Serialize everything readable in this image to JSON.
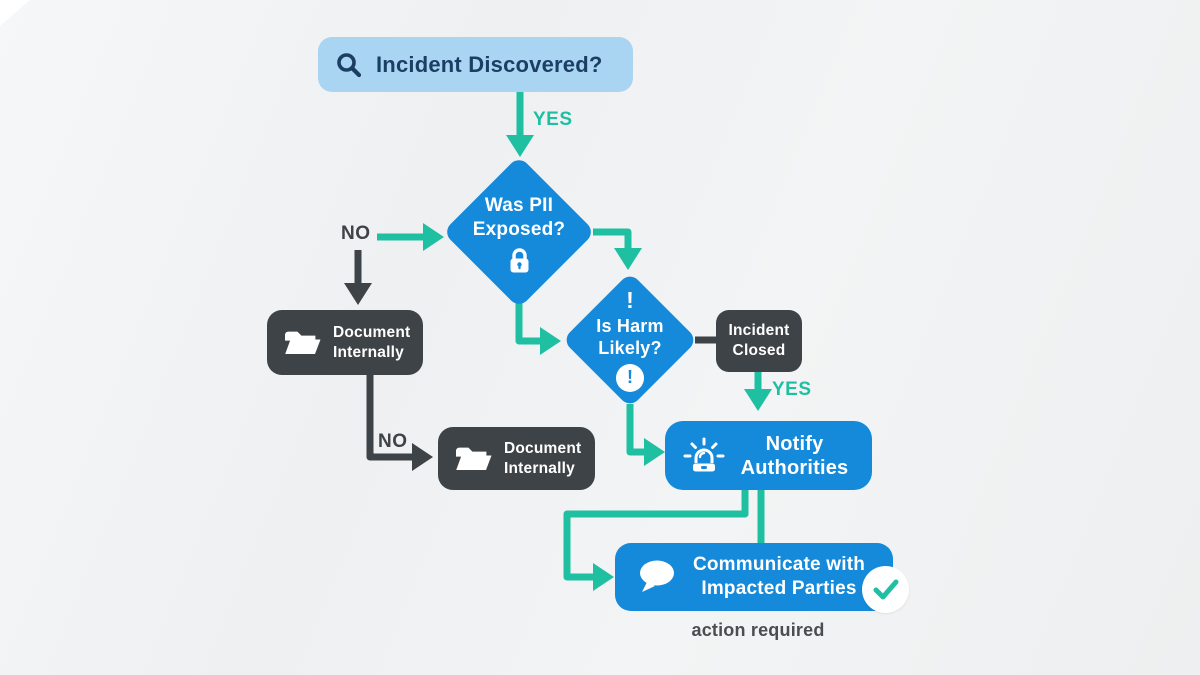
{
  "colors": {
    "background": "#eff1f2",
    "node_blue": "#1589da",
    "node_light_blue": "#a9d5f3",
    "node_dark_gray": "#3e4347",
    "arrow_teal": "#1fc0a1",
    "text_navy": "#1c3e63",
    "text_white": "#ffffff",
    "caption_gray": "#4a4e52"
  },
  "nodes": {
    "incident_discovered": {
      "label": "Incident Discovered?",
      "icon": "search-icon"
    },
    "was_pii_exposed": {
      "line1": "Was PII",
      "line2": "Exposed?",
      "icon": "lock-icon"
    },
    "is_harm_likely": {
      "top_mark": "!",
      "line1": "Is Harm",
      "line2": "Likely?",
      "bottom_mark": "!",
      "icon": "exclamation-circle-icon"
    },
    "document_internally_1": {
      "line1": "Document",
      "line2": "Internally",
      "icon": "folder-icon"
    },
    "document_internally_2": {
      "line1": "Document",
      "line2": "Internally",
      "icon": "folder-icon"
    },
    "incident_closed": {
      "line1": "Incident",
      "line2": "Closed"
    },
    "notify_authorities": {
      "line1": "Notify",
      "line2": "Authorities",
      "icon": "siren-icon"
    },
    "communicate_impacted": {
      "line1": "Communicate with",
      "line2": "Impacted Parties",
      "icon": "speech-bubble-icon",
      "badge_icon": "check-icon"
    }
  },
  "edge_labels": {
    "yes_discovered": "YES",
    "no_pii_exposed": "NO",
    "no_document": "NO",
    "yes_incident_closed": "YES"
  },
  "caption": "action required"
}
